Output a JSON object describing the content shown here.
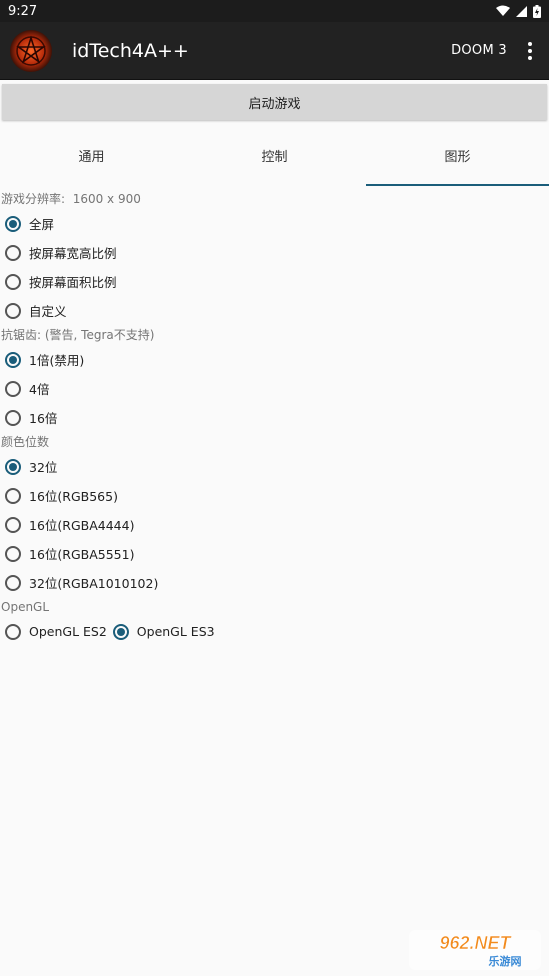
{
  "status_bar": {
    "time": "9:27"
  },
  "app_bar": {
    "title": "idTech4A++",
    "game": "DOOM 3"
  },
  "launch_button": "启动游戏",
  "tabs": [
    {
      "label": "通用",
      "active": false
    },
    {
      "label": "控制",
      "active": false
    },
    {
      "label": "图形",
      "active": true
    }
  ],
  "resolution": {
    "label": "游戏分辨率:",
    "value": "1600 x 900",
    "options": [
      "全屏",
      "按屏幕宽高比例",
      "按屏幕面积比例",
      "自定义"
    ],
    "selected": 0
  },
  "antialiasing": {
    "label": "抗锯齿: (警告, Tegra不支持)",
    "options": [
      "1倍(禁用)",
      "4倍",
      "16倍"
    ],
    "selected": 0
  },
  "color_depth": {
    "label": "颜色位数",
    "options": [
      "32位",
      "16位(RGB565)",
      "16位(RGBA4444)",
      "16位(RGBA5551)",
      "32位(RGBA1010102)"
    ],
    "selected": 0
  },
  "opengl": {
    "label": "OpenGL",
    "options": [
      "OpenGL ES2",
      "OpenGL ES3"
    ],
    "selected": 1
  },
  "watermark": {
    "top": "962.NET",
    "bottom": "乐游网"
  },
  "colors": {
    "accent": "#1a5d7a",
    "appbar": "#222222",
    "background": "#fafafa"
  }
}
